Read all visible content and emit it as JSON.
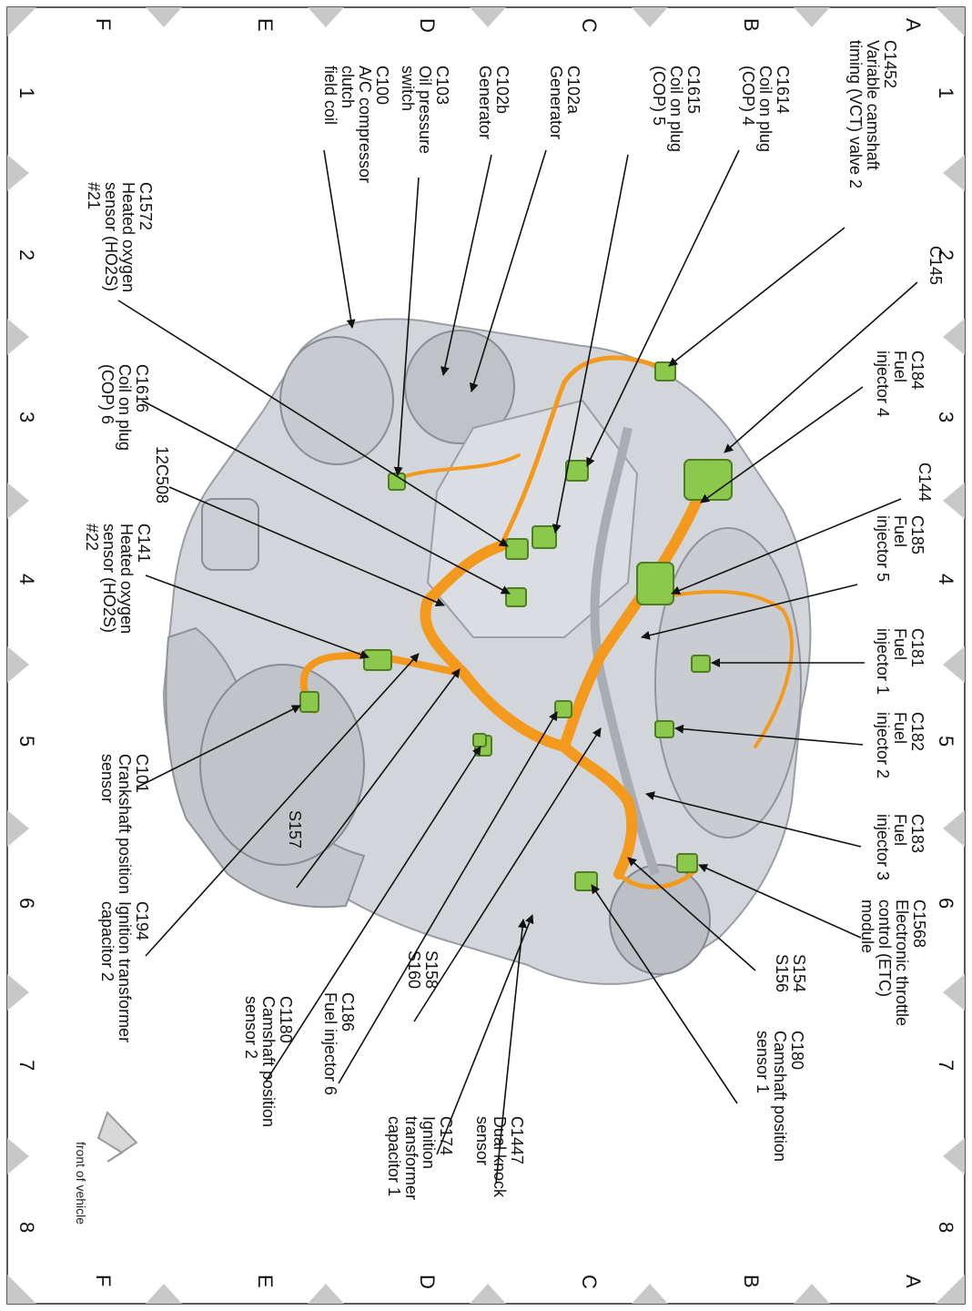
{
  "grid": {
    "letters": [
      "A",
      "B",
      "C",
      "D",
      "E",
      "F"
    ],
    "numbers": [
      "1",
      "2",
      "3",
      "4",
      "5",
      "6",
      "7",
      "8"
    ]
  },
  "front_indicator": "front of vehicle",
  "callouts": [
    {
      "lines": [
        "C1452",
        "Variable camshaft",
        "timing (VCT) valve 2"
      ]
    },
    {
      "lines": [
        "C1614",
        "Coil on plug",
        "(COP) 4"
      ]
    },
    {
      "lines": [
        "C1615",
        "Coil on plug",
        "(COP) 5"
      ]
    },
    {
      "lines": [
        "C102a",
        "Generator"
      ]
    },
    {
      "lines": [
        "C102b",
        "Generator"
      ]
    },
    {
      "lines": [
        "C103",
        "Oil pressure",
        "switch"
      ]
    },
    {
      "lines": [
        "C100",
        "A/C compressor",
        "clutch",
        "field coil"
      ]
    },
    {
      "lines": [
        "C1572",
        "Heated oxygen",
        "sensor (HO2S)",
        "#21"
      ]
    },
    {
      "lines": [
        "C145"
      ]
    },
    {
      "lines": [
        "C184",
        "Fuel",
        "injector 4"
      ]
    },
    {
      "lines": [
        "C144"
      ]
    },
    {
      "lines": [
        "C185",
        "Fuel",
        "injector 5"
      ]
    },
    {
      "lines": [
        "C181",
        "Fuel",
        "injector 1"
      ]
    },
    {
      "lines": [
        "C182",
        "Fuel",
        "injector 2"
      ]
    },
    {
      "lines": [
        "C183",
        "Fuel",
        "injector 3"
      ]
    },
    {
      "lines": [
        "C1568",
        "Electronic throttle",
        "control (ETC)",
        "module"
      ]
    },
    {
      "lines": [
        "S154",
        "S156"
      ]
    },
    {
      "lines": [
        "C180",
        "Camshaft position",
        "sensor 1"
      ]
    },
    {
      "lines": [
        "C1447",
        "Dual knock",
        "sensor"
      ]
    },
    {
      "lines": [
        "C174",
        "Ignition",
        "transformer",
        "capacitor 1"
      ]
    },
    {
      "lines": [
        "S158",
        "S160"
      ]
    },
    {
      "lines": [
        "C186",
        "Fuel injector 6"
      ]
    },
    {
      "lines": [
        "C1180",
        "Camshaft position",
        "sensor 2"
      ]
    },
    {
      "lines": [
        "C1616",
        "Coil on plug",
        "(COP) 6"
      ]
    },
    {
      "lines": [
        "12C508"
      ]
    },
    {
      "lines": [
        "C141",
        "Heated oxygen",
        "sensor (HO2S)",
        "#22"
      ]
    },
    {
      "lines": [
        "C101",
        "Crankshaft position",
        "sensor"
      ]
    },
    {
      "lines": [
        "S157"
      ]
    },
    {
      "lines": [
        "C194",
        "Ignition transformer",
        "capacitor 2"
      ]
    }
  ],
  "colors": {
    "harness": "#f39a1e",
    "connector": "#8cc84b",
    "engine": "#cfd2d6",
    "border_triangle": "#c8c8c8"
  }
}
